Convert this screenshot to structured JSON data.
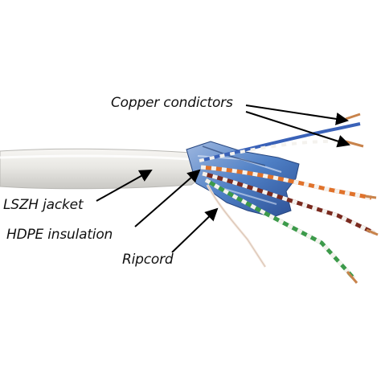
{
  "labels": {
    "copper": "Copper condictors",
    "lszh": "LSZH jacket",
    "hdpe": "HDPE insulation",
    "ripcord": "Ripcord"
  },
  "colors": {
    "jacket": "#ecebe8",
    "foil": "#4c7fc6",
    "pair_orange": "#e0722b",
    "pair_brown": "#7a2a1f",
    "pair_green": "#3c9a4a",
    "pair_blue": "#3a62b8",
    "white_stripe": "#f4f2ee",
    "copper": "#c8834b",
    "arrow": "#000000"
  }
}
